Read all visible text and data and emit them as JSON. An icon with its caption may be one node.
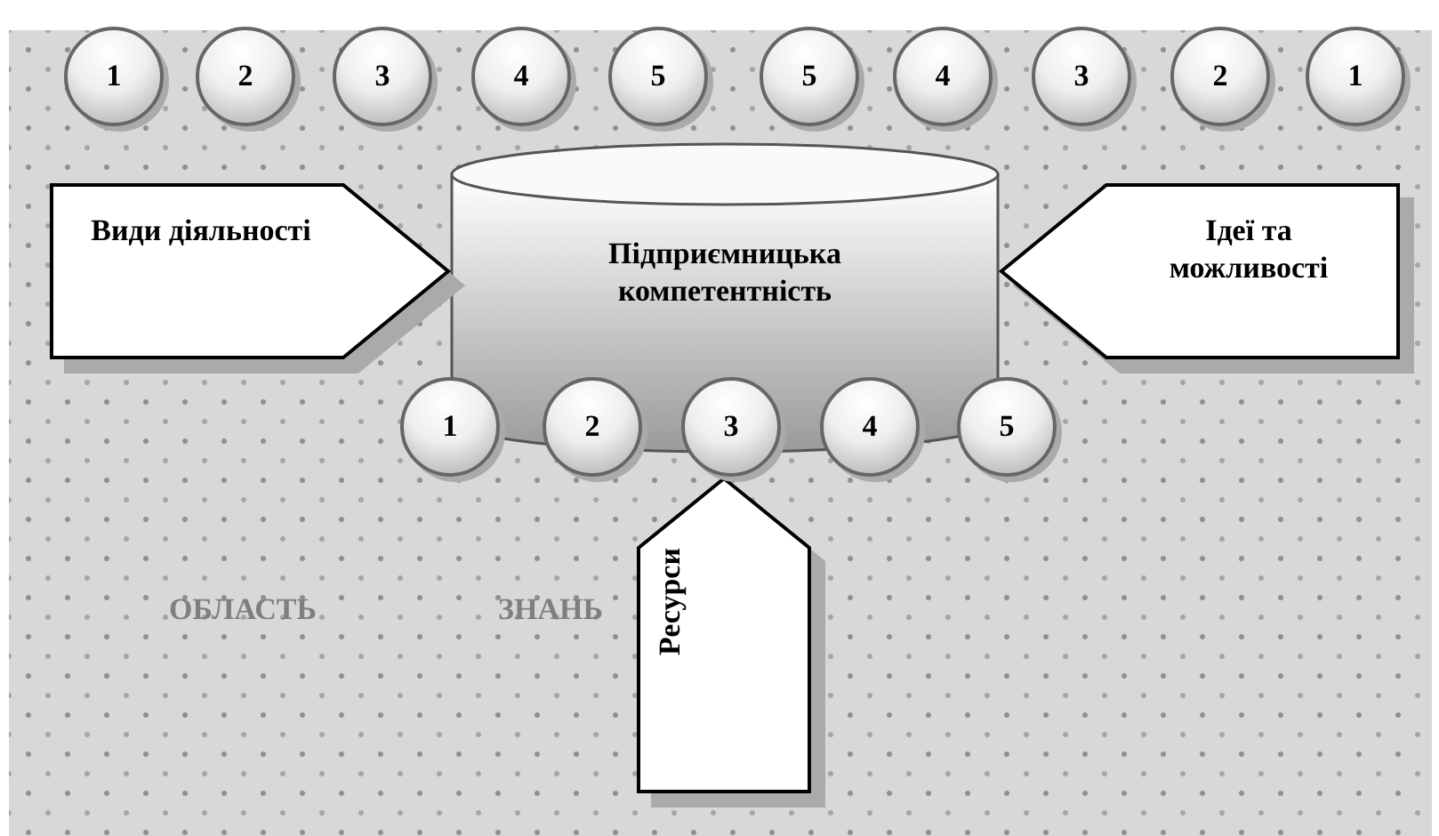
{
  "diagram": {
    "nodes": [
      {
        "text": [
          "ОБЛАСТЬ",
          "ЗНАНЬ"
        ]
      },
      {
        "text": [
          "1"
        ],
        "in": 0
      },
      {
        "text": [
          "2"
        ],
        "in": 0
      },
      {
        "text": [
          "3"
        ],
        "in": 0
      },
      {
        "text": [
          "4"
        ],
        "in": 0
      },
      {
        "text": [
          "5"
        ],
        "in": 0
      },
      {
        "text": [
          "5"
        ],
        "in": 0
      },
      {
        "text": [
          "4"
        ],
        "in": 0
      },
      {
        "text": [
          "3"
        ],
        "in": 0
      },
      {
        "text": [
          "2"
        ],
        "in": 0
      },
      {
        "text": [
          "1"
        ],
        "in": 0
      },
      {
        "text": [
          "Види діяльності"
        ],
        "in": 0
      },
      {
        "text": [
          "Підприємницька компетентність"
        ],
        "in": 0
      },
      {
        "text": [
          "Ідеї та можливості"
        ],
        "in": 0
      },
      {
        "text": [
          "1"
        ],
        "in": 0
      },
      {
        "text": [
          "2"
        ],
        "in": 0
      },
      {
        "text": [
          "3"
        ],
        "in": 0
      },
      {
        "text": [
          "4"
        ],
        "in": 0
      },
      {
        "text": [
          "5"
        ],
        "in": 0
      },
      {
        "text": [
          "Ресурси"
        ],
        "in": 0
      }
    ]
  }
}
